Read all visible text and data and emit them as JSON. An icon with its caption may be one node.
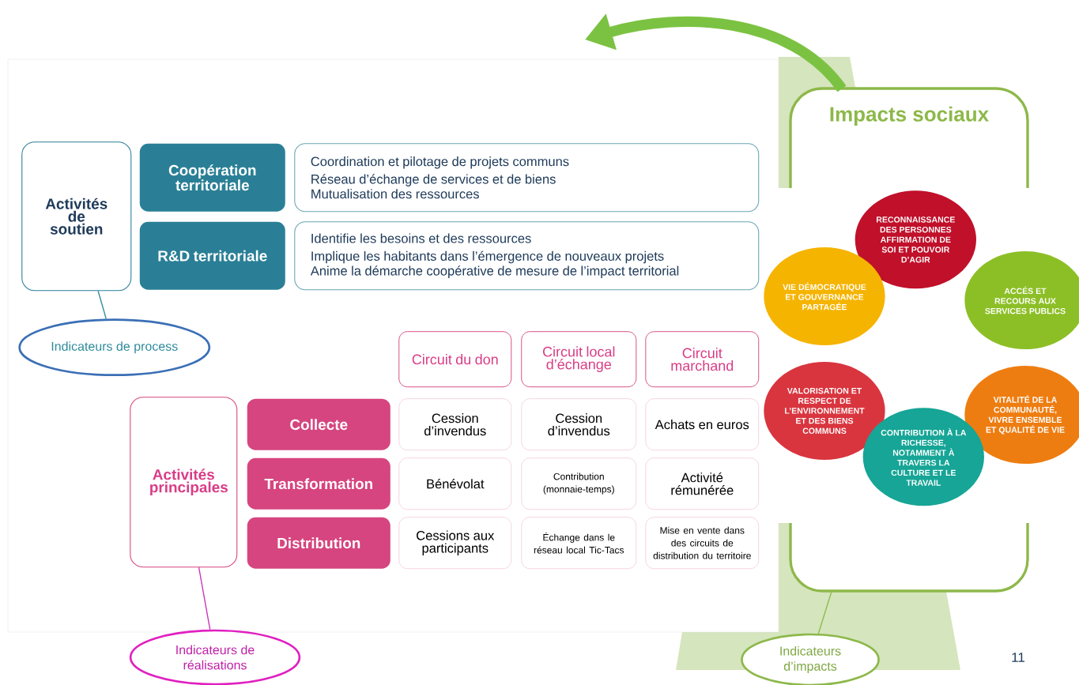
{
  "diagram": {
    "nodes": [
      {
        "text": [],
        "shape": "box"
      },
      {
        "text": [
          "Activités de soutien"
        ],
        "in": 0
      },
      {
        "text": [
          "Coopération territoriale"
        ],
        "in": 0
      },
      {
        "text": [
          "Coordination et pilotage de projets communs",
          "Réseau d’échange de services et de biens",
          "Mutualisation des ressources"
        ],
        "in": 0
      },
      {
        "text": [
          "R&D territoriale"
        ],
        "in": 0
      },
      {
        "text": [
          "Identifie les besoins et des ressources",
          "Implique les habitants dans l’émergence de nouveaux projets",
          "Anime la démarche coopérative de mesure de l’impact territorial"
        ],
        "in": 0
      },
      {
        "text": [
          "Indicateurs de process"
        ],
        "in": 0
      },
      {
        "text": [
          "Circuit du don"
        ],
        "in": 0
      },
      {
        "text": [
          "Circuit local d’échange"
        ],
        "in": 0
      },
      {
        "text": [
          "Circuit marchand"
        ],
        "in": 0
      },
      {
        "text": [
          "Activités principales"
        ],
        "in": 0
      },
      {
        "text": [
          "Collecte"
        ],
        "in": 0
      },
      {
        "text": [
          "Cession d’invendus"
        ],
        "in": 0
      },
      {
        "text": [
          "Cession d’invendus"
        ],
        "in": 0
      },
      {
        "text": [
          "Achats en euros"
        ],
        "in": 0
      },
      {
        "text": [
          "Transformation"
        ],
        "in": 0
      },
      {
        "text": [
          "Bénévolat"
        ],
        "in": 0
      },
      {
        "text": [
          "Contribution (monnaie-temps)"
        ],
        "in": 0
      },
      {
        "text": [
          "Activité rémunérée"
        ],
        "in": 0
      },
      {
        "text": [
          "Distribution"
        ],
        "in": 0
      },
      {
        "text": [
          "Cessions aux participants"
        ],
        "in": 0
      },
      {
        "text": [
          "Échange dans le réseau local Tic-Tacs"
        ],
        "in": 0
      },
      {
        "text": [
          "Mise en vente dans des circuits de distribution du territoire"
        ],
        "in": 0
      },
      {
        "text": [
          "Impacts sociaux"
        ]
      },
      {
        "text": [
          "RECONNAISSANCE DES PERSONNES AFFIRMATION DE SOI ET POUVOIR D’AGIR"
        ],
        "in": 23
      },
      {
        "text": [
          "VIE DÉMOCRATIQUE ET GOUVERNANCE PARTAGÉE"
        ]
      },
      {
        "text": [
          "ACCÉS ET RECOURS AUX SERVICES PUBLICS"
        ]
      },
      {
        "text": [
          "VALORISATION ET RESPECT DE L’ENVIRONNEMENT ET DES BIENS COMMUNS"
        ]
      },
      {
        "text": [
          "VITALITÉ DE LA COMMUNAUTÉ, VIVRE ENSEMBLE ET QUALITÉ DE VIE"
        ]
      },
      {
        "text": [
          "CONTRIBUTION À LA RICHESSE, NOTAMMENT À TRAVERS LA CULTURE ET LE TRAVAIL"
        ],
        "in": 23
      },
      {
        "text": [
          "Indicateurs de réalisations"
        ]
      },
      {
        "text": [
          "Indicateurs d’impacts"
        ]
      }
    ],
    "edges": [
      {
        "from": 6,
        "to": 1,
        "arrow": "none",
        "color": "#2e8b9a"
      },
      {
        "from": 30,
        "to": 10,
        "arrow": "none",
        "color": "#c930b8"
      },
      {
        "from": 31,
        "to": 23,
        "arrow": "none",
        "color": "#8db84a"
      },
      {
        "from": 23,
        "to": null,
        "arrow": "to",
        "style": "thick",
        "color": "#7cc242"
      }
    ],
    "labels": [
      "11"
    ]
  }
}
